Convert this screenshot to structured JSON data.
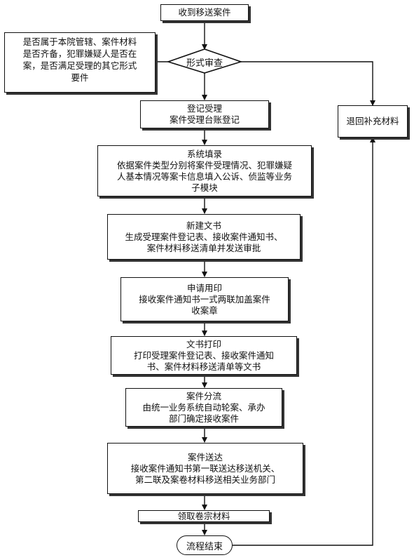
{
  "flow": {
    "start": "收到移送案件",
    "review": "形式审查",
    "review_note": [
      "是否属于本院管辖、案件材料",
      "是否齐备，犯罪嫌疑人是否在",
      "案，是否满足受理的其它形式",
      "要件"
    ],
    "return": "退回补充材料",
    "steps": [
      [
        "登记受理",
        "案件受理台账登记"
      ],
      [
        "系统填录",
        "依据案件类型分别将案件受理情况、犯罪嫌疑",
        "人基本情况等案卡信息填入公诉、侦监等业务",
        "子模块"
      ],
      [
        "新建文书",
        "生成受理案件登记表、接收案件通知书、",
        "案件材料移送清单并发送审批"
      ],
      [
        "申请用印",
        "接收案件通知书一式两联加盖案件",
        "收案章"
      ],
      [
        "文书打印",
        "打印受理案件登记表、接收案件通知",
        "书、案件材料移送清单等文书"
      ],
      [
        "案件分流",
        "由统一业务系统自动轮案、承办",
        "部门确定接收案件"
      ],
      [
        "案件送达",
        "接收案件通知书第一联送达移送机关、",
        "第二联及案卷材料移送相关业务部门"
      ]
    ],
    "collect": "领取卷宗材料",
    "end": "流程结束"
  }
}
